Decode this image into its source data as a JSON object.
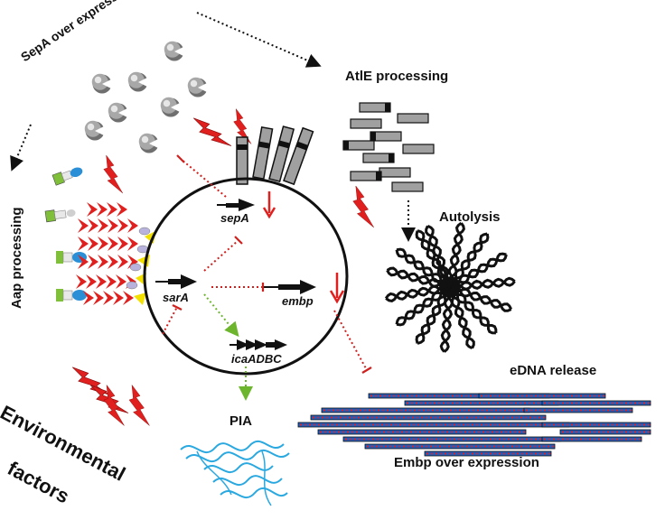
{
  "labels": {
    "sepa_over_expression": "SepA over expression",
    "atle_processing": "AtlE processing",
    "aap_processing": "Aap processing",
    "autolysis": "Autolysis",
    "edna_release": "eDNA release",
    "embp_over_expression": "Embp over expression",
    "environmental_factors_line1": "Environmental",
    "environmental_factors_line2": "factors",
    "pia": "PIA"
  },
  "genes": {
    "sepA": "sepA",
    "sarA": "sarA",
    "embp": "embp",
    "icaADBC": "icaADBC"
  },
  "colors": {
    "lightning": "#e0201e",
    "inhibition": "#d0201e",
    "activation": "#6cb52d",
    "protease": "#9a9a9a",
    "cell_membrane": "#111111",
    "dna_red": "#e0201e",
    "dna_blue": "#1f5fbf",
    "pia": "#2aa8e0",
    "aap_green": "#7fbf3a",
    "aap_blue": "#2a8fd6",
    "aap_yellow": "#f2e000",
    "aap_lavender": "#b7b3dc"
  },
  "icons": {
    "protease": "pacman-shape",
    "lightning": "lightning-bolt",
    "atle": "rectangle-segment",
    "pia": "helix-ribbon"
  }
}
